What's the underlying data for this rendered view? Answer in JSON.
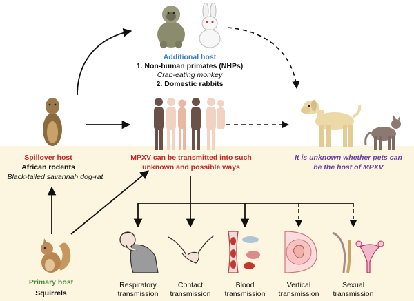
{
  "additional_host": {
    "heading": "Additional host",
    "line1": "1. Non-human primates (NHPs)",
    "line2": "Crab-eating monkey",
    "line3": "2. Domestic rabbits"
  },
  "spillover_host": {
    "heading": "Spillover host",
    "line1": "African rodents",
    "line2": "Black-tailed savannah dog-rat"
  },
  "mpxv": {
    "line1": "MPXV can be transmitted into such",
    "line2": "unknown and possible ways"
  },
  "pets": {
    "line1": "It is unknown whether pets can",
    "line2": "be the host of MPXV"
  },
  "primary_host": {
    "heading": "Primary host",
    "line1": "Squirrels"
  },
  "routes": [
    {
      "line1": "Respiratory",
      "line2": "transmission"
    },
    {
      "line1": "Contact",
      "line2": "transmission"
    },
    {
      "line1": "Blood",
      "line2": "transmission"
    },
    {
      "line1": "Vertical",
      "line2": "transmission"
    },
    {
      "line1": "Sexual",
      "line2": "transmission"
    }
  ],
  "colors": {
    "additional_host": "#3b7fc4",
    "spillover_host": "#c0282a",
    "mpxv": "#c0282a",
    "pets": "#6a3fa0",
    "primary_host": "#4e8a3a",
    "background_lower": "#fcf6e1"
  }
}
